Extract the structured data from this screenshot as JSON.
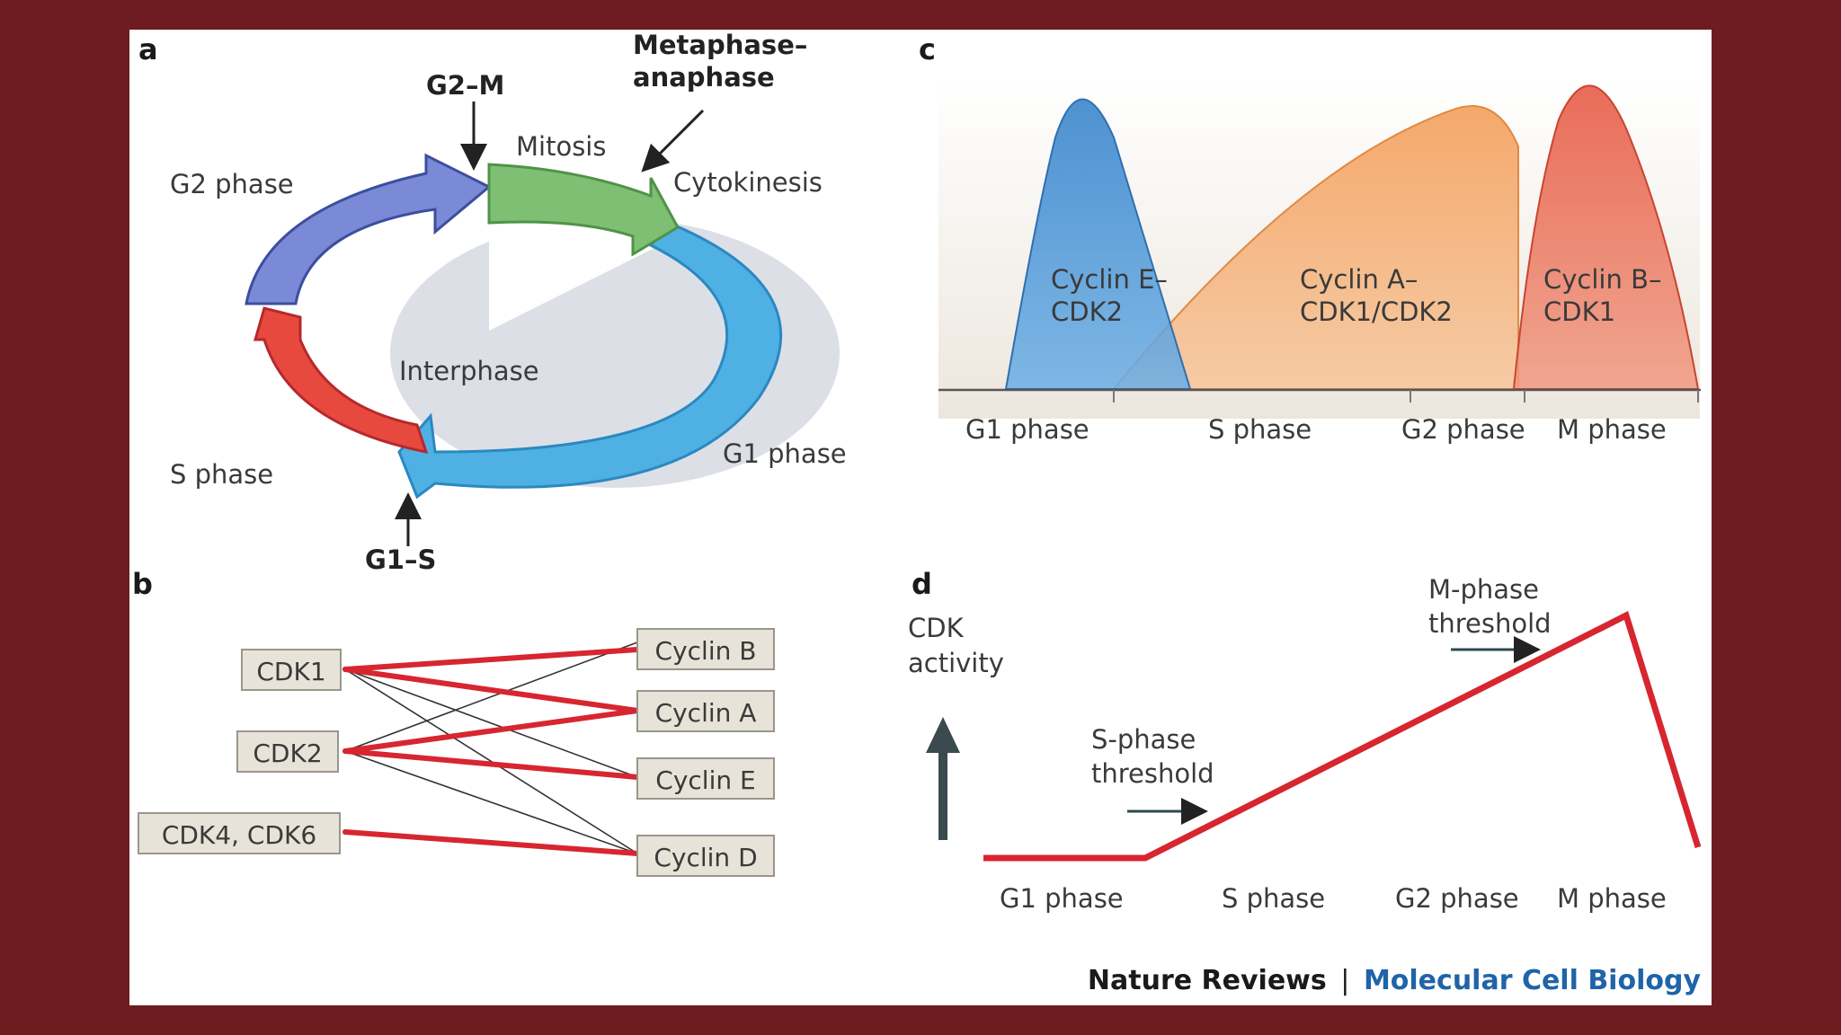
{
  "panels": {
    "a": {
      "label": "a",
      "g2_m": "G2–M",
      "metaphase_1": "Metaphase–",
      "metaphase_2": "anaphase",
      "mitosis": "Mitosis",
      "cytokinesis": "Cytokinesis",
      "g2_phase": "G2 phase",
      "interphase": "Interphase",
      "s_phase": "S phase",
      "g1_phase": "G1 phase",
      "g1_s": "G1–S"
    },
    "b": {
      "label": "b",
      "cdks": [
        "CDK1",
        "CDK2",
        "CDK4, CDK6"
      ],
      "cyclins": [
        "Cyclin B",
        "Cyclin A",
        "Cyclin E",
        "Cyclin D"
      ]
    },
    "c": {
      "label": "c",
      "curves": [
        {
          "line1": "Cyclin E–",
          "line2": "CDK2",
          "color": "#4a8fd0"
        },
        {
          "line1": "Cyclin A–",
          "line2": "CDK1/CDK2",
          "color": "#f5a767"
        },
        {
          "line1": "Cyclin B–",
          "line2": "CDK1",
          "color": "#e9654f"
        }
      ],
      "phases": [
        "G1 phase",
        "S phase",
        "G2 phase",
        "M phase"
      ]
    },
    "d": {
      "label": "d",
      "ylabel_1": "CDK",
      "ylabel_2": "activity",
      "s_threshold_1": "S-phase",
      "s_threshold_2": "threshold",
      "m_threshold_1": "M-phase",
      "m_threshold_2": "threshold",
      "phases": [
        "G1 phase",
        "S phase",
        "G2 phase",
        "M phase"
      ],
      "line_color": "#d7262f"
    }
  },
  "credit": {
    "journal": "Nature Reviews",
    "separator": "|",
    "subject": "Molecular Cell Biology",
    "subject_color": "#1f64a8"
  }
}
